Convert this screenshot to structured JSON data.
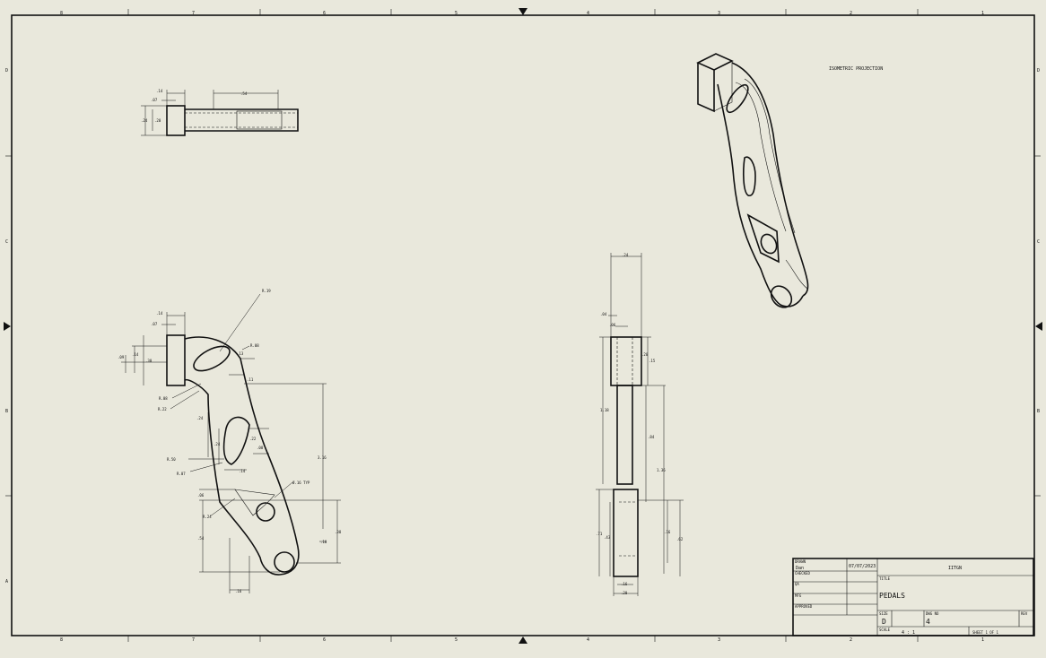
{
  "border": {
    "col_labels": [
      "8",
      "7",
      "6",
      "5",
      "4",
      "3",
      "2",
      "1"
    ],
    "row_labels": [
      "D",
      "C",
      "B",
      "A"
    ]
  },
  "views": {
    "iso_title": "ISOMETRIC PROJECTION"
  },
  "top_view_dims": [
    ".14",
    ".07",
    ".54",
    ".24",
    ".20"
  ],
  "front_view_dims": [
    ".14",
    ".07",
    ".09",
    ".14",
    ".30",
    "R.19",
    "R.08",
    ".13",
    ".11",
    "R.08",
    "R.22",
    ".24",
    ".24",
    ".22",
    ".08",
    "R.50",
    "R.07",
    ".14",
    "3.16",
    "Ø.16 TYP",
    ".06",
    "R.24",
    ".54",
    ".38",
    ".10",
    ".16"
  ],
  "side_view_dims": [
    ".24",
    ".04",
    ".06",
    ".20",
    ".15",
    "1.18",
    ".84",
    "1.36",
    ".71",
    ".43",
    ".16",
    ".62",
    ".16",
    ".20"
  ],
  "title_block": {
    "drawn_label": "DRAWN",
    "drawn_by": "Dan",
    "date": "07/07/2023",
    "checked_label": "CHECKED",
    "qa_label": "QA",
    "mfg_label": "MFG",
    "approved_label": "APPROVED",
    "company": "IITGN",
    "title_label": "TITLE",
    "title": "PEDALS",
    "size_label": "SIZE",
    "size": "D",
    "dwg_no_label": "DWG NO",
    "dwg_no": "4",
    "rev_label": "REV",
    "scale_label": "SCALE",
    "scale": "4 : 1",
    "sheet": "SHEET 1  OF 1"
  }
}
